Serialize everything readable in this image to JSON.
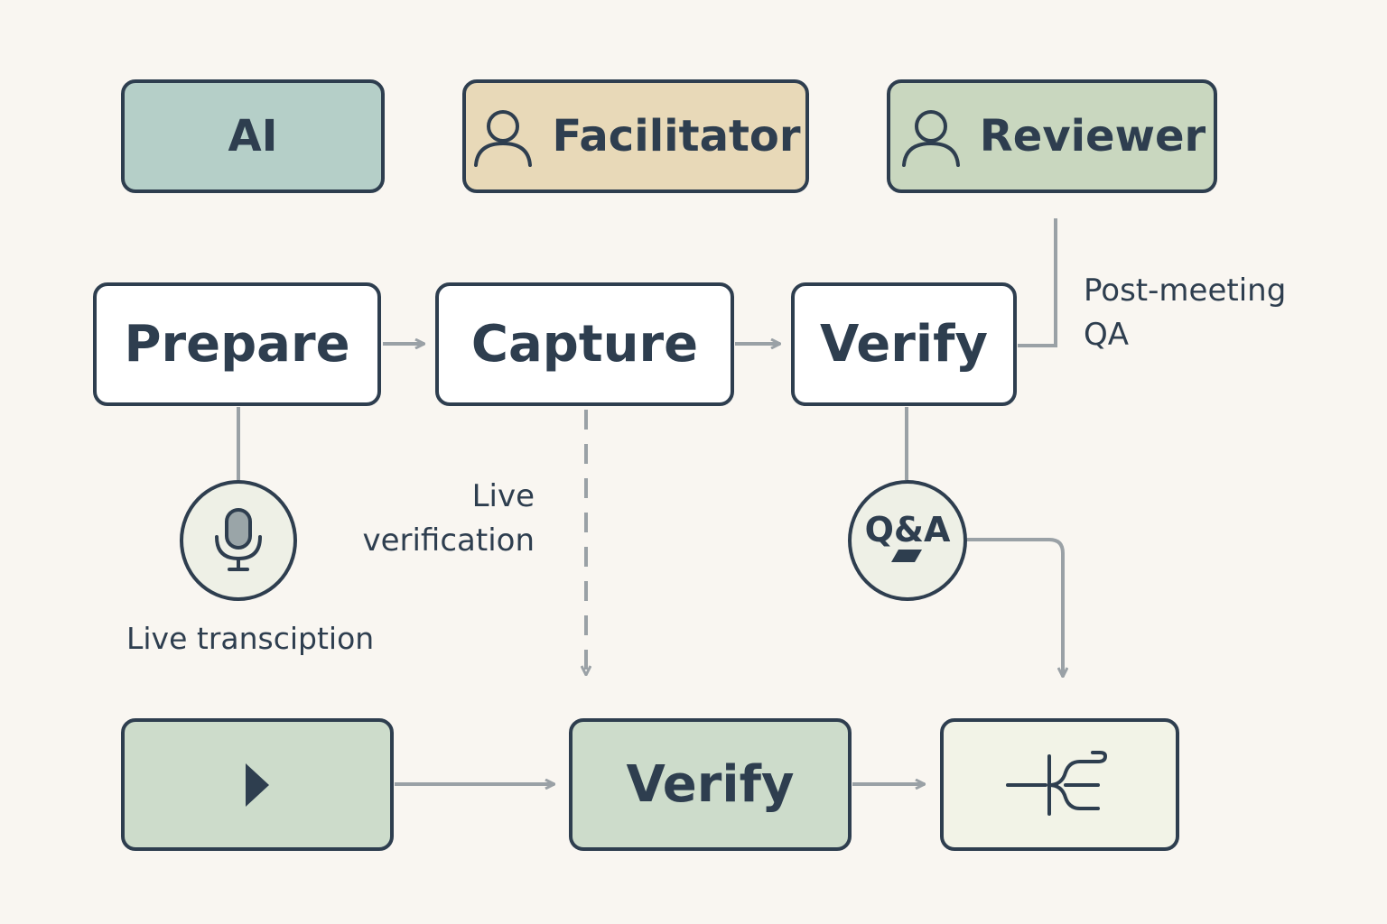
{
  "roles": [
    {
      "label": "AI",
      "color": "#b5cfc8",
      "icon": null
    },
    {
      "label": "Facilitator",
      "color": "#e8d9b8",
      "icon": "person-icon"
    },
    {
      "label": "Reviewer",
      "color": "#c9d7bf",
      "icon": "person-icon"
    }
  ],
  "steps": {
    "prepare": "Prepare",
    "capture": "Capture",
    "verify": "Verify"
  },
  "annotations": {
    "post_meeting_qa": [
      "Post-meeting",
      "QA"
    ],
    "live_verification": [
      "Live",
      "verification"
    ],
    "live_transcription": "Live transciption"
  },
  "nodes": {
    "qa_badge": "Q&A",
    "mic_icon": "microphone-icon"
  },
  "bottom_row": {
    "play_icon": "play-icon",
    "verify": "Verify",
    "tree_icon": "branching-tree-icon",
    "colors": {
      "play_box": "#cddccb",
      "verify_box": "#cddccb",
      "tree_box": "#f2f3e7"
    }
  },
  "colors": {
    "stroke": "#2e3e4f",
    "connector": "#9aa1a6",
    "background": "#f9f6f1"
  }
}
